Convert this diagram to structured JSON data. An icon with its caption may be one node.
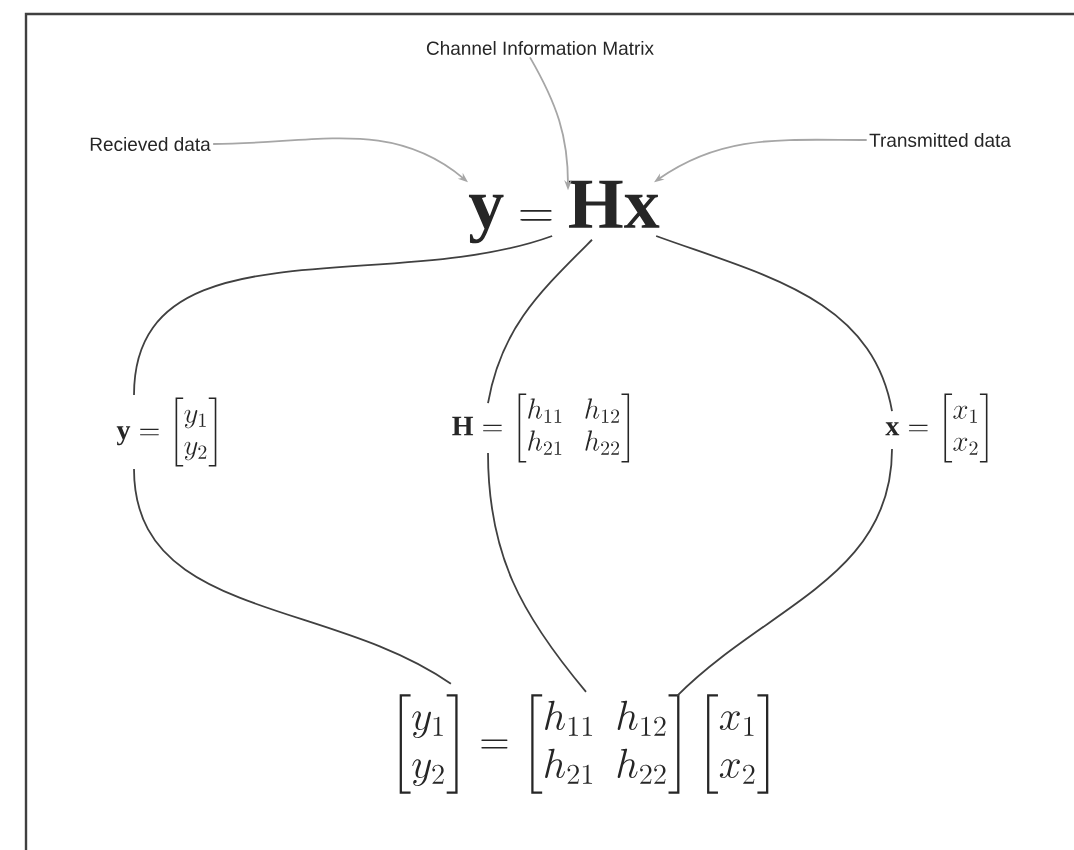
{
  "diagram": {
    "nodes": [
      {
        "text": [
          "Recieved data"
        ]
      },
      {
        "text": [
          "Channel Information Matrix"
        ]
      },
      {
        "text": [
          "Transmitted data"
        ]
      },
      {
        "text": [
          "\\mathbf{y} = \\mathbf{H}\\mathbf{x}"
        ]
      },
      {
        "text": [
          "\\mathbf{y} = \\begin{bmatrix} y_1 \\\\ y_2 \\end{bmatrix}"
        ]
      },
      {
        "text": [
          "\\mathbf{H} = \\begin{bmatrix} h_{11} & h_{12} \\\\ h_{21} & h_{22} \\end{bmatrix}"
        ]
      },
      {
        "text": [
          "\\mathbf{x} = \\begin{bmatrix} x_1 \\\\ x_2 \\end{bmatrix}"
        ]
      },
      {
        "text": [
          "\\begin{bmatrix} y_1 \\\\ y_2 \\end{bmatrix} = \\begin{bmatrix} h_{11} & h_{12} \\\\ h_{21} & h_{22} \\end{bmatrix} \\begin{bmatrix} x_1 \\\\ x_2 \\end{bmatrix}"
        ]
      }
    ],
    "edges": [
      {
        "from": 0,
        "to": 3,
        "arrow": "to",
        "color": "#a6a6a6"
      },
      {
        "from": 1,
        "to": 3,
        "arrow": "to",
        "color": "#a6a6a6"
      },
      {
        "from": 2,
        "to": 3,
        "arrow": "to",
        "color": "#a6a6a6"
      },
      {
        "from": 3,
        "to": 4,
        "arrow": "none"
      },
      {
        "from": 3,
        "to": 5,
        "arrow": "none"
      },
      {
        "from": 3,
        "to": 6,
        "arrow": "none"
      },
      {
        "from": 4,
        "to": 7,
        "arrow": "none"
      },
      {
        "from": 5,
        "to": 7,
        "arrow": "none"
      },
      {
        "from": 6,
        "to": 7,
        "arrow": "none"
      }
    ]
  }
}
